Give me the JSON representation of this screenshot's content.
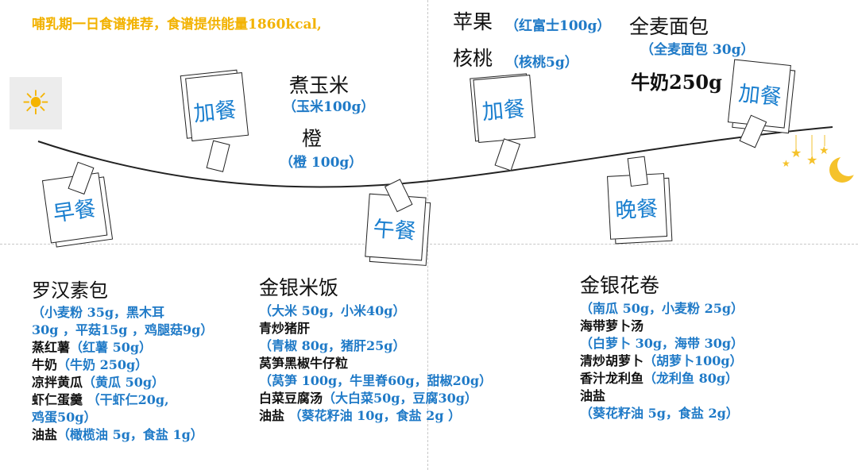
{
  "header": "哺乳期一日食谱推荐，食谱提供能量1860kcal,",
  "icons": {
    "sun": "sun-icon",
    "night": "moon-and-stars-icon",
    "note": "pinned-paper-note-icon"
  },
  "colors": {
    "header": "#f2b200",
    "label_blue": "#1a7fcf",
    "ingredient_blue": "#1f7ac7",
    "text": "#111111"
  },
  "notes": {
    "breakfast": "早餐",
    "snack1": "加餐",
    "lunch": "午餐",
    "snack2": "加餐",
    "dinner": "晚餐",
    "snack3": "加餐"
  },
  "snack1": {
    "item1": "煮玉米",
    "item1_detail": "（玉米100g）",
    "item2": "橙",
    "item2_detail": "（橙 100g）"
  },
  "snack2": {
    "item1": "苹果",
    "item1_detail": "（红富士100g）",
    "item2": "核桃",
    "item2_detail": "（核桃5g）"
  },
  "snack3": {
    "item1": "全麦面包",
    "item1_detail": "（全麦面包 30g）",
    "item2": "牛奶250g"
  },
  "breakfast": {
    "title": "罗汉素包",
    "lines": [
      {
        "n": "",
        "b": "（小麦粉 35g，黑木耳"
      },
      {
        "n": "",
        "b": "30g ，平菇15g ，鸡腿菇9g）"
      },
      {
        "n": "蒸红薯",
        "b": "（红薯 50g）"
      },
      {
        "n": "牛奶",
        "b": "（牛奶 250g）"
      },
      {
        "n": "凉拌黄瓜",
        "b": "（黄瓜 50g）"
      },
      {
        "n": "虾仁蛋羹",
        "b": " （干虾仁20g,"
      },
      {
        "n": "",
        "b": "鸡蛋50g）"
      },
      {
        "n": "油盐",
        "b": "（橄榄油 5g，食盐 1g）"
      }
    ]
  },
  "lunch": {
    "title": "金银米饭",
    "lines": [
      {
        "n": "",
        "b": "（大米 50g，小米40g）"
      },
      {
        "n": "青炒猪肝",
        "b": ""
      },
      {
        "n": "",
        "b": "（青椒 80g，猪肝25g）"
      },
      {
        "n": "莴笋黑椒牛仔粒",
        "b": ""
      },
      {
        "n": "",
        "b": "（莴笋 100g，牛里脊60g，甜椒20g）"
      },
      {
        "n": "白菜豆腐汤",
        "b": "（大白菜50g，豆腐30g）"
      },
      {
        "n": "油盐",
        "b": " （葵花籽油 10g，食盐 2g ）"
      }
    ]
  },
  "dinner": {
    "title": "金银花卷",
    "lines": [
      {
        "n": "",
        "b": "（南瓜 50g，小麦粉 25g）"
      },
      {
        "n": "海带萝卜汤",
        "b": ""
      },
      {
        "n": "",
        "b": "（白萝卜 30g，海带 30g）"
      },
      {
        "n": "清炒胡萝卜",
        "b": "（胡萝卜100g）"
      },
      {
        "n": "香汁龙利鱼",
        "b": "（龙利鱼 80g）"
      },
      {
        "n": "油盐",
        "b": ""
      },
      {
        "n": "",
        "b": "（葵花籽油 5g，食盐 2g）"
      }
    ]
  }
}
